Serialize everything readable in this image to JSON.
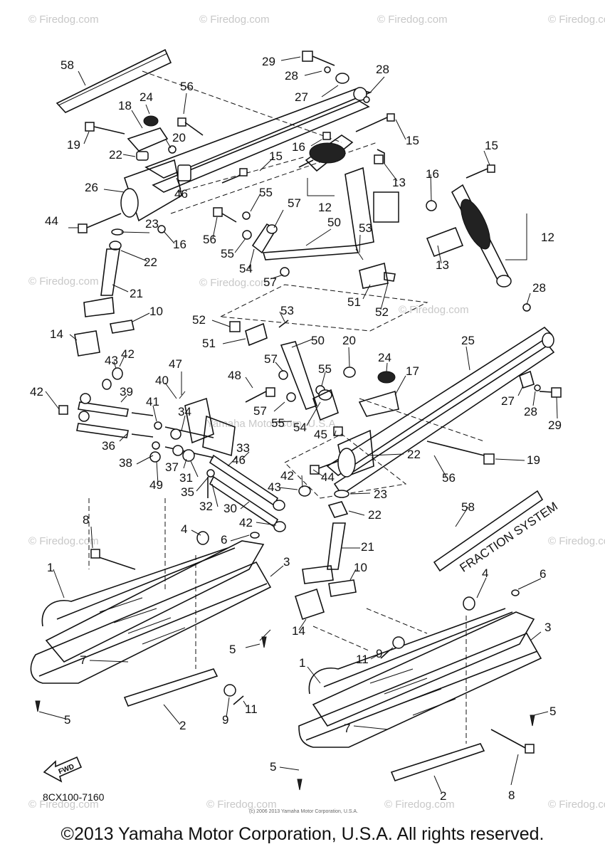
{
  "watermark": "© Firedog.com",
  "center_watermark": "Yamaha Motor Corp. U.S.A.",
  "tiny_copyright": "(c) 2006 2013 Yamaha Motor Corporation, U.S.A.",
  "diagram_code": "8CX100-7160",
  "fwd_label": "FWD",
  "decal_text": "FRACTION SYSTEM",
  "copyright": "©2013 Yamaha Motor Corporation, U.S.A. All rights reserved.",
  "callouts": [
    {
      "id": "c1",
      "t": "58"
    },
    {
      "id": "c2",
      "t": "29"
    },
    {
      "id": "c3",
      "t": "28"
    },
    {
      "id": "c4",
      "t": "28"
    },
    {
      "id": "c5",
      "t": "27"
    },
    {
      "id": "c6",
      "t": "56"
    },
    {
      "id": "c7",
      "t": "24"
    },
    {
      "id": "c8",
      "t": "18"
    },
    {
      "id": "c9",
      "t": "20"
    },
    {
      "id": "c10",
      "t": "19"
    },
    {
      "id": "c11",
      "t": "22"
    },
    {
      "id": "c12",
      "t": "16"
    },
    {
      "id": "c13",
      "t": "15"
    },
    {
      "id": "c14",
      "t": "15"
    },
    {
      "id": "c15",
      "t": "15"
    },
    {
      "id": "c16",
      "t": "26"
    },
    {
      "id": "c17",
      "t": "46"
    },
    {
      "id": "c18",
      "t": "13"
    },
    {
      "id": "c19",
      "t": "16"
    },
    {
      "id": "c20",
      "t": "55"
    },
    {
      "id": "c21",
      "t": "12"
    },
    {
      "id": "c22",
      "t": "44"
    },
    {
      "id": "c23",
      "t": "23"
    },
    {
      "id": "c24",
      "t": "16"
    },
    {
      "id": "c25",
      "t": "56"
    },
    {
      "id": "c26",
      "t": "57"
    },
    {
      "id": "c27",
      "t": "50"
    },
    {
      "id": "c28",
      "t": "53"
    },
    {
      "id": "c29",
      "t": "12"
    },
    {
      "id": "c30",
      "t": "22"
    },
    {
      "id": "c31",
      "t": "55"
    },
    {
      "id": "c32",
      "t": "54"
    },
    {
      "id": "c33",
      "t": "13"
    },
    {
      "id": "c34",
      "t": "57"
    },
    {
      "id": "c35",
      "t": "21"
    },
    {
      "id": "c36",
      "t": "51"
    },
    {
      "id": "c37",
      "t": "52"
    },
    {
      "id": "c38",
      "t": "28"
    },
    {
      "id": "c39",
      "t": "10"
    },
    {
      "id": "c40",
      "t": "53"
    },
    {
      "id": "c41",
      "t": "52"
    },
    {
      "id": "c42",
      "t": "14"
    },
    {
      "id": "c43",
      "t": "51"
    },
    {
      "id": "c44",
      "t": "50"
    },
    {
      "id": "c45",
      "t": "25"
    },
    {
      "id": "c46",
      "t": "43"
    },
    {
      "id": "c47",
      "t": "42"
    },
    {
      "id": "c48",
      "t": "20"
    },
    {
      "id": "c49",
      "t": "24"
    },
    {
      "id": "c50",
      "t": "47"
    },
    {
      "id": "c51",
      "t": "57"
    },
    {
      "id": "c52",
      "t": "17"
    },
    {
      "id": "c53",
      "t": "40"
    },
    {
      "id": "c54",
      "t": "48"
    },
    {
      "id": "c55",
      "t": "55"
    },
    {
      "id": "c56",
      "t": "42"
    },
    {
      "id": "c57",
      "t": "39"
    },
    {
      "id": "c58",
      "t": "41"
    },
    {
      "id": "c59",
      "t": "34"
    },
    {
      "id": "c60",
      "t": "57"
    },
    {
      "id": "c61",
      "t": "27"
    },
    {
      "id": "c62",
      "t": "28"
    },
    {
      "id": "c63",
      "t": "29"
    },
    {
      "id": "c64",
      "t": "55"
    },
    {
      "id": "c65",
      "t": "54"
    },
    {
      "id": "c66",
      "t": "45"
    },
    {
      "id": "c67",
      "t": "22"
    },
    {
      "id": "c68",
      "t": "36"
    },
    {
      "id": "c69",
      "t": "19"
    },
    {
      "id": "c70",
      "t": "33"
    },
    {
      "id": "c71",
      "t": "38"
    },
    {
      "id": "c72",
      "t": "37"
    },
    {
      "id": "c73",
      "t": "46"
    },
    {
      "id": "c74",
      "t": "44"
    },
    {
      "id": "c75",
      "t": "56"
    },
    {
      "id": "c76",
      "t": "49"
    },
    {
      "id": "c77",
      "t": "31"
    },
    {
      "id": "c78",
      "t": "35"
    },
    {
      "id": "c79",
      "t": "42"
    },
    {
      "id": "c80",
      "t": "43"
    },
    {
      "id": "c81",
      "t": "23"
    },
    {
      "id": "c82",
      "t": "32"
    },
    {
      "id": "c83",
      "t": "30"
    },
    {
      "id": "c84",
      "t": "22"
    },
    {
      "id": "c85",
      "t": "58"
    },
    {
      "id": "c86",
      "t": "8"
    },
    {
      "id": "c87",
      "t": "4"
    },
    {
      "id": "c88",
      "t": "42"
    },
    {
      "id": "c89",
      "t": "6"
    },
    {
      "id": "c90",
      "t": "21"
    },
    {
      "id": "c91",
      "t": "1"
    },
    {
      "id": "c92",
      "t": "3"
    },
    {
      "id": "c93",
      "t": "10"
    },
    {
      "id": "c94",
      "t": "4"
    },
    {
      "id": "c95",
      "t": "6"
    },
    {
      "id": "c96",
      "t": "14"
    },
    {
      "id": "c97",
      "t": "7"
    },
    {
      "id": "c98",
      "t": "5"
    },
    {
      "id": "c99",
      "t": "11"
    },
    {
      "id": "c100",
      "t": "9"
    },
    {
      "id": "c101",
      "t": "1"
    },
    {
      "id": "c102",
      "t": "3"
    },
    {
      "id": "c103",
      "t": "5"
    },
    {
      "id": "c104",
      "t": "2"
    },
    {
      "id": "c105",
      "t": "9"
    },
    {
      "id": "c106",
      "t": "11"
    },
    {
      "id": "c107",
      "t": "7"
    },
    {
      "id": "c108",
      "t": "5"
    },
    {
      "id": "c109",
      "t": "5"
    },
    {
      "id": "c110",
      "t": "2"
    },
    {
      "id": "c111",
      "t": "8"
    }
  ]
}
